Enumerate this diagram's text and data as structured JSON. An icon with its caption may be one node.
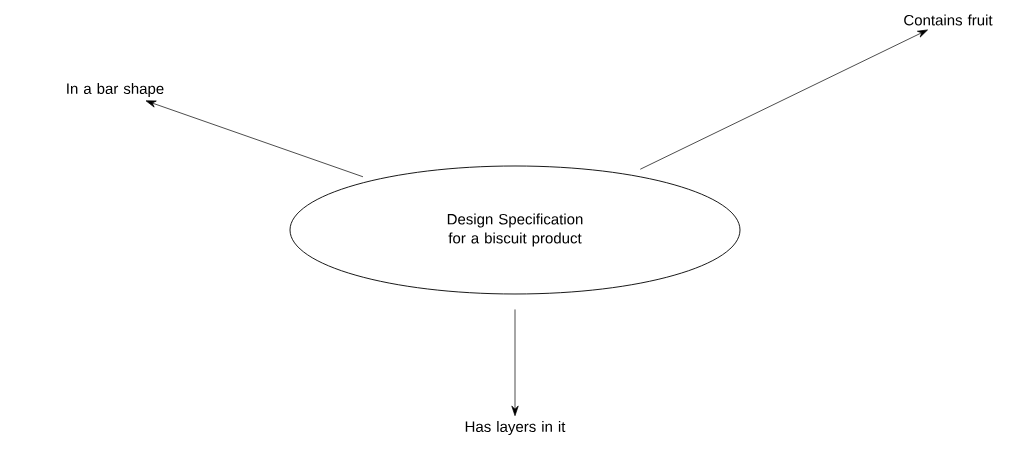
{
  "diagram": {
    "nodes": [
      {
        "text": [
          "Design Specification for a biscuit product"
        ]
      },
      {
        "text": [
          "In a bar shape"
        ]
      },
      {
        "text": [
          "Contains fruit"
        ]
      },
      {
        "text": [
          "Has layers in it"
        ]
      }
    ],
    "edges": [
      {
        "from": 0,
        "to": 1,
        "arrow": "to"
      },
      {
        "from": 0,
        "to": 2,
        "arrow": "to"
      },
      {
        "from": 0,
        "to": 3,
        "arrow": "to"
      }
    ]
  }
}
